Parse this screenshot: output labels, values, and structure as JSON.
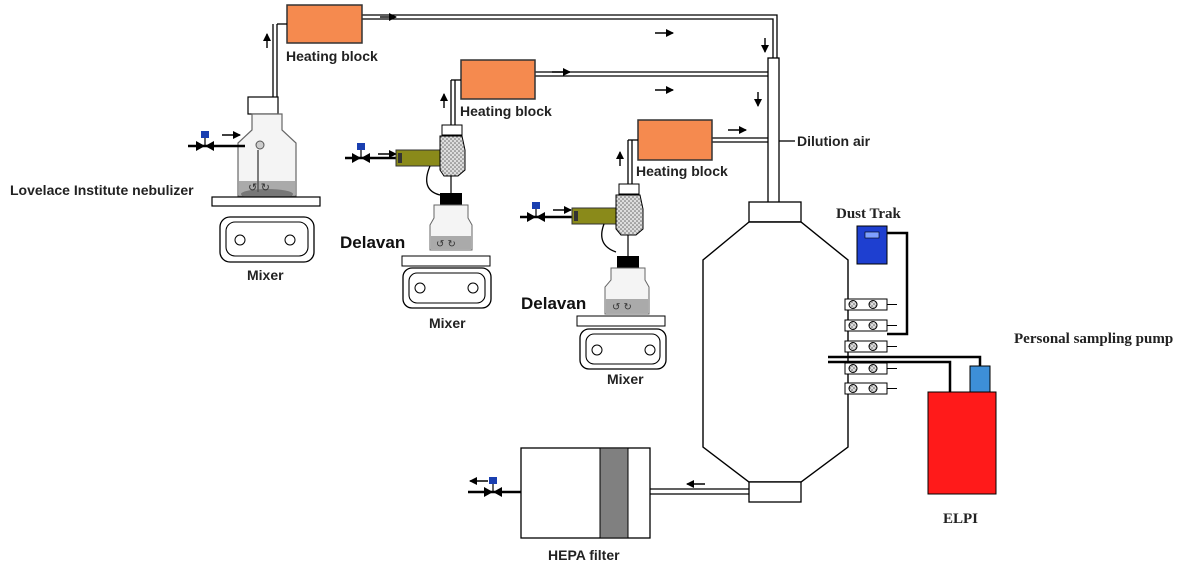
{
  "labels": {
    "heating_block_1": "Heating block",
    "heating_block_2": "Heating block",
    "heating_block_3": "Heating block",
    "lovelace": "Lovelace Institute nebulizer",
    "mixer_1": "Mixer",
    "mixer_2": "Mixer",
    "mixer_3": "Mixer",
    "delavan_1": "Delavan",
    "delavan_2": "Delavan",
    "dilution_air": "Dilution air",
    "dust_trak": "Dust Trak",
    "personal_pump": "Personal sampling pump",
    "elpi": "ELPI",
    "hepa": "HEPA filter"
  },
  "colors": {
    "heating_block": "#f58a4f",
    "elpi": "#ff1a1a",
    "dust_trak": "#1e3fd0",
    "pump": "#3d8fd8",
    "valve_cap": "#1a3fb0",
    "atomizer": "#8a8a1a",
    "hepa_media": "#808080",
    "liquid": "#8c8c8c"
  }
}
